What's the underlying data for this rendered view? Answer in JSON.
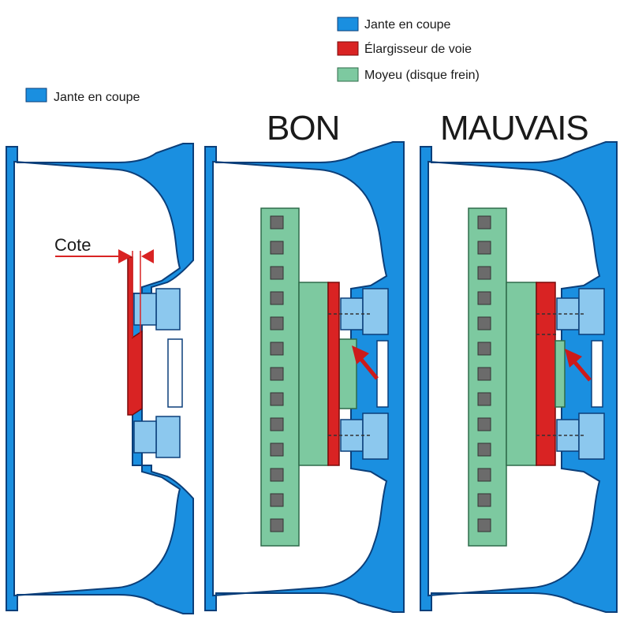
{
  "legend": {
    "items": [
      {
        "label": "Jante en coupe",
        "color": "#1a8fe0"
      },
      {
        "label": "Élargisseur de voie",
        "color": "#d92323"
      },
      {
        "label": "Moyeu (disque frein)",
        "color": "#7dc9a0"
      }
    ]
  },
  "left_legend": {
    "label": "Jante en coupe",
    "color": "#1a8fe0"
  },
  "headings": {
    "good": "BON",
    "bad": "MAUVAIS"
  },
  "annotations": {
    "cote": "Cote"
  },
  "colors": {
    "rim": "#1a8fe0",
    "rim_stroke": "#0b3f7a",
    "rim_light": "#8cc8ee",
    "spacer": "#d92323",
    "hub": "#7dc9a0",
    "hub_stroke": "#2f6b4a",
    "bolt": "#6b6b6b",
    "arrow": "#cc1a1a"
  }
}
